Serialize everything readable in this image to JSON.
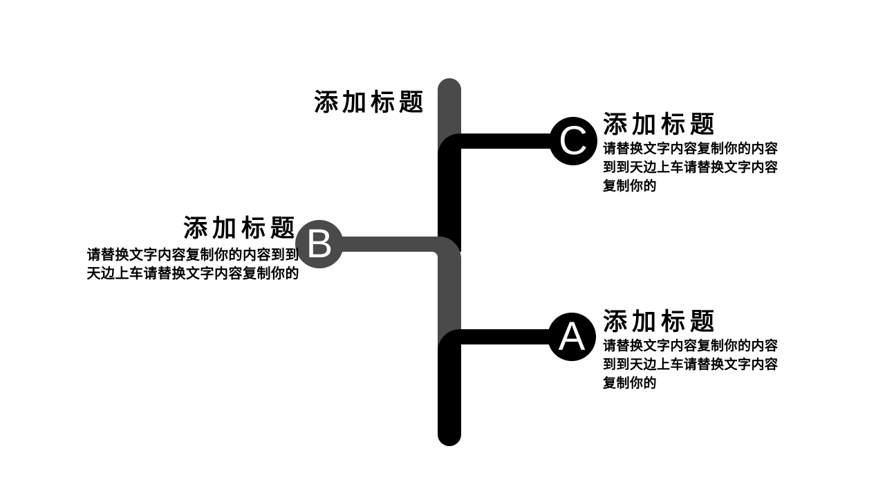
{
  "slide": {
    "background": "#ffffff",
    "main_title": "添加标题"
  },
  "colors": {
    "branch_black": "#000000",
    "branch_gray": "#4a4a4a",
    "letter_white": "#ffffff",
    "text_black": "#000000"
  },
  "nodes": {
    "c": {
      "letter": "C",
      "title": "添加标题",
      "body": "请替换文字内容复制你的内容到到天边上车请替换文字内容复制你的"
    },
    "b": {
      "letter": "B",
      "title": "添加标题",
      "body": "请替换文字内容复制你的内容到到天边上车请替换文字内容复制你的"
    },
    "a": {
      "letter": "A",
      "title": "添加标题",
      "body": "请替换文字内容复制你的内容到到天边上车请替换文字内容复制你的"
    }
  }
}
